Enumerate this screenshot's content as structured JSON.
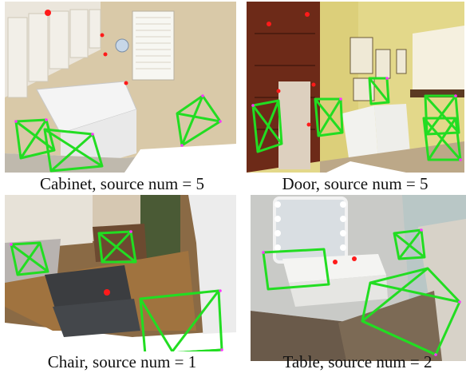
{
  "panels": [
    {
      "caption": "Cabinet,  source num = 5"
    },
    {
      "caption": "Door, source num = 5"
    },
    {
      "caption": "Chair, source num = 1"
    },
    {
      "caption": "Table, source num = 2"
    }
  ],
  "colors": {
    "camera_frustum": "#22dd22",
    "target_marker": "#ff1a1a",
    "camera_vertex": "#ff33ff"
  }
}
